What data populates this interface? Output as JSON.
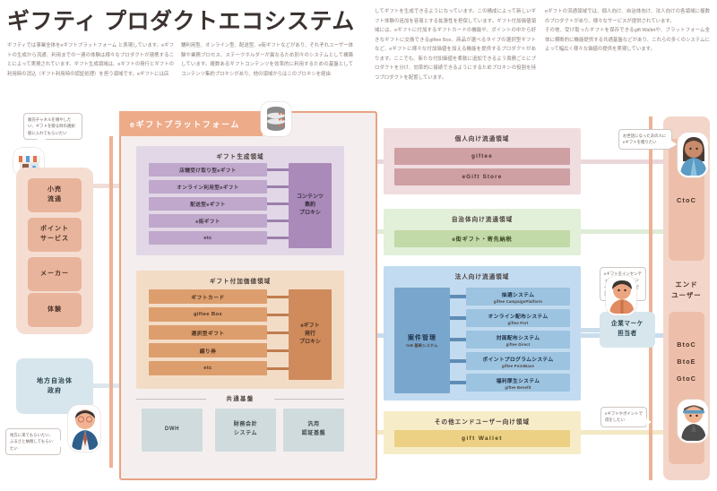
{
  "header": {
    "title": "ギフティ プロダクトエコシステム",
    "paragraphs": [
      "ギフティでは事業全体をeギフトプラットフォーム と表現しています。eギフトの生成から流通、利用までの一連の体験は様々なプロダクトが連携することによって実現されています。ギフト生成領域は、eギフトの発行とギフトの利用時の消込（ギフト利用時の認証処理）を担う領域です。eギフトには店",
      "舗利用型、オンライン型、配送型、e街ギフトなどがあり、それぞれユーザー体験や業務プロセス、ステークホルダーが異なるため別々のシステムとして構築しています。複数あるギフトコンテンツを効率的に利用するための基盤としてコンテンツ集約プロキシがあり、他の領域からはこのプロキシを経由",
      "してギフトを生成できるようになっています。この構成によって新しいギフト体験の追加を容易とする拡張性を担保しています。ギフト付加価値領域には、eギフトに付加するギフトカードの機能や、ポイントの中から好きなギフトに交換できるgiftee Box、商品が選べるタイプの選択型ギフトなど、eギフトに様々な付加価値を加える機能を提供するプロダクトがあります。ここでも、新たな付加価値を柔軟に追加できるよう責務ごとにプロダクトを分け、効率的に接続できるようにするためプロキシの役割を持つプロダクトを配置しています。",
      "eギフトの流通領域では、個人向け、自治体向け、法人向けの各領域に複数のプロダクトがあり、様々なサービスが提供されています。\nその他、受け取ったギフトを保存できるgift Walletや、プラットフォーム全体に横断的に機能提供する共通基盤などがあり、これらの多くのシステムによって幅広く様々な価値の提供を実現しています。"
    ]
  },
  "platform": {
    "label": "eギフトプラットフォーム",
    "db_icon": "database-icon"
  },
  "generation_area": {
    "title": "ギフト生成領域",
    "items": [
      "店舗受け取り型eギフト",
      "オンライン利用型eギフト",
      "配送型eギフト",
      "e街ギフト",
      "etc"
    ],
    "proxy": "コンテンツ\n集約\nプロキシ",
    "proxy_lines": [
      "コンテンツ",
      "集約",
      "プロキシ"
    ]
  },
  "value_area": {
    "title": "ギフト付加価値領域",
    "items": [
      "ギフトカード",
      "giftee Box",
      "選択型ギフト",
      "綴り券",
      "etc"
    ],
    "proxy_lines": [
      "eギフト",
      "発行",
      "プロキシ"
    ]
  },
  "common_base": {
    "title": "共通基盤",
    "items": [
      {
        "lines": [
          "DWH"
        ]
      },
      {
        "lines": [
          "財務会計",
          "システム"
        ]
      },
      {
        "lines": [
          "汎用",
          "認証基盤"
        ]
      }
    ]
  },
  "distribution": {
    "personal": {
      "title": "個人向け流通領域",
      "items": [
        "giftee",
        "eGift Store"
      ]
    },
    "government": {
      "title": "自治体向け流通領域",
      "items": [
        "e街ギフト・寄先納税"
      ]
    },
    "corporate": {
      "title": "法人向け流通領域",
      "case_management": {
        "name": "案件管理",
        "sub": "toB 基幹システム"
      },
      "items": [
        {
          "name": "抽選システム",
          "sub": "giftee CampaignPlatform"
        },
        {
          "name": "オンライン配布システム",
          "sub": "giftee Port"
        },
        {
          "name": "対面配布システム",
          "sub": "giftee Direct"
        },
        {
          "name": "ポイントプログラムシステム",
          "sub": "giftee PointBase"
        },
        {
          "name": "福利厚生システム",
          "sub": "giftee Benefit"
        }
      ]
    },
    "other": {
      "title": "その他エンドユーザー向け領域",
      "items": [
        "gift Wallet"
      ]
    }
  },
  "left_actors": {
    "items": [
      {
        "lines": [
          "小売",
          "流通"
        ]
      },
      {
        "lines": [
          "ポイント",
          "サービス"
        ]
      },
      {
        "lines": [
          "メーカー"
        ]
      },
      {
        "lines": [
          "体験"
        ]
      }
    ],
    "government": {
      "lines": [
        "地方自治体",
        "政府"
      ]
    },
    "bubbles": [
      {
        "text": "販売チャネルを増やしたい、ギフトを贈る時の選択肢に入れてもらいたい",
        "icon": "shop-icon"
      },
      {
        "text": "地方に来てもらいたい、ふるさと納税してもらいたい",
        "icon": "official-avatar"
      }
    ]
  },
  "right_actors": {
    "ctoc": "CtoC",
    "end_user": {
      "lines": [
        "エンド",
        "ユーザー"
      ]
    },
    "btob": [
      "BtoC",
      "BtoE",
      "GtoC"
    ],
    "marketer": {
      "lines": [
        "企業マーケ",
        "担当者"
      ]
    },
    "bubbles": [
      {
        "text": "お世話になったあの人にeギフトを贈りたい",
        "icon": "woman-avatar"
      },
      {
        "text": "eギフトをインセンティブにして、キャンペーンを低コストで実施したい",
        "icon": "man-avatar"
      },
      {
        "text": "eギフトやポイントで得をしたい",
        "icon": "youth-avatar"
      }
    ]
  },
  "colors": {
    "platform_border": "#e8a384",
    "platform_tab": "#eeab89",
    "generation": "#bfa8cb",
    "value": "#dd9e6e",
    "personal": "#ce9fa3",
    "government": "#c2d9a8",
    "corporate": "#9cc3e0",
    "other": "#ecd083",
    "base": "#cfdbdd"
  }
}
